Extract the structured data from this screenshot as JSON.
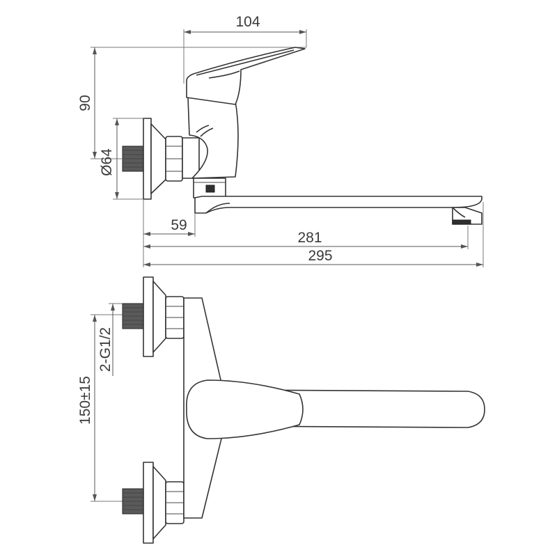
{
  "dimensions": {
    "handle_width": "104",
    "top_height": "90",
    "flange_diameter": "Ø64",
    "body_offset": "59",
    "spout_reach": "281",
    "overall_length": "295",
    "inlet_spacing": "150±15",
    "inlet_thread": "2-G1/2"
  }
}
